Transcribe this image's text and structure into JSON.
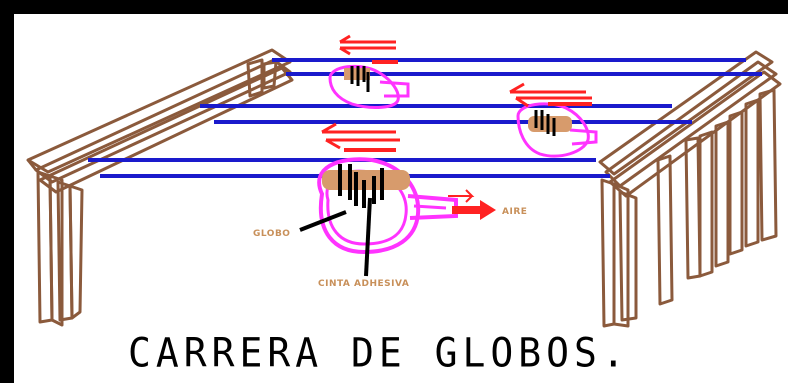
{
  "diagram": {
    "title": "CARRERA DE GLOBOS.",
    "labels": {
      "globo": "GLOBO",
      "aire": "AIRE",
      "cinta": "CINTA ADHESIVA"
    },
    "colors": {
      "background": "#000000",
      "paper": "#ffffff",
      "wood": "#8b5a3c",
      "string": "#1a1acc",
      "balloon": "#ff33ff",
      "arrow": "#ff2222",
      "tape": "#d79b6c",
      "label": "#c8905a"
    }
  }
}
